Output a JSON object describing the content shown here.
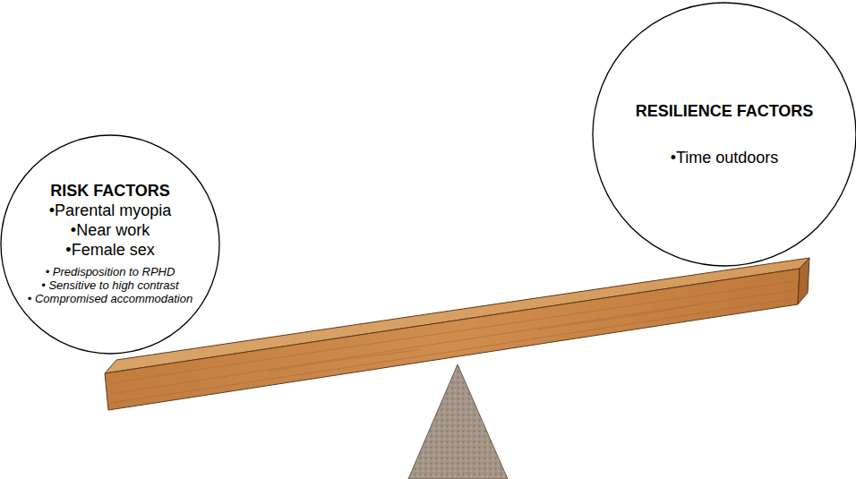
{
  "diagram": {
    "nodes": [
      {
        "text": [
          "RISK FACTORS",
          "•Parental myopia",
          "•Near work",
          "•Female sex",
          "• Predisposition to RPHD",
          "• Sensitive to high contrast",
          "• Compromised accommodation"
        ]
      },
      {
        "text": [
          "RESILIENCE FACTORS",
          "•Time outdoors"
        ]
      }
    ]
  }
}
